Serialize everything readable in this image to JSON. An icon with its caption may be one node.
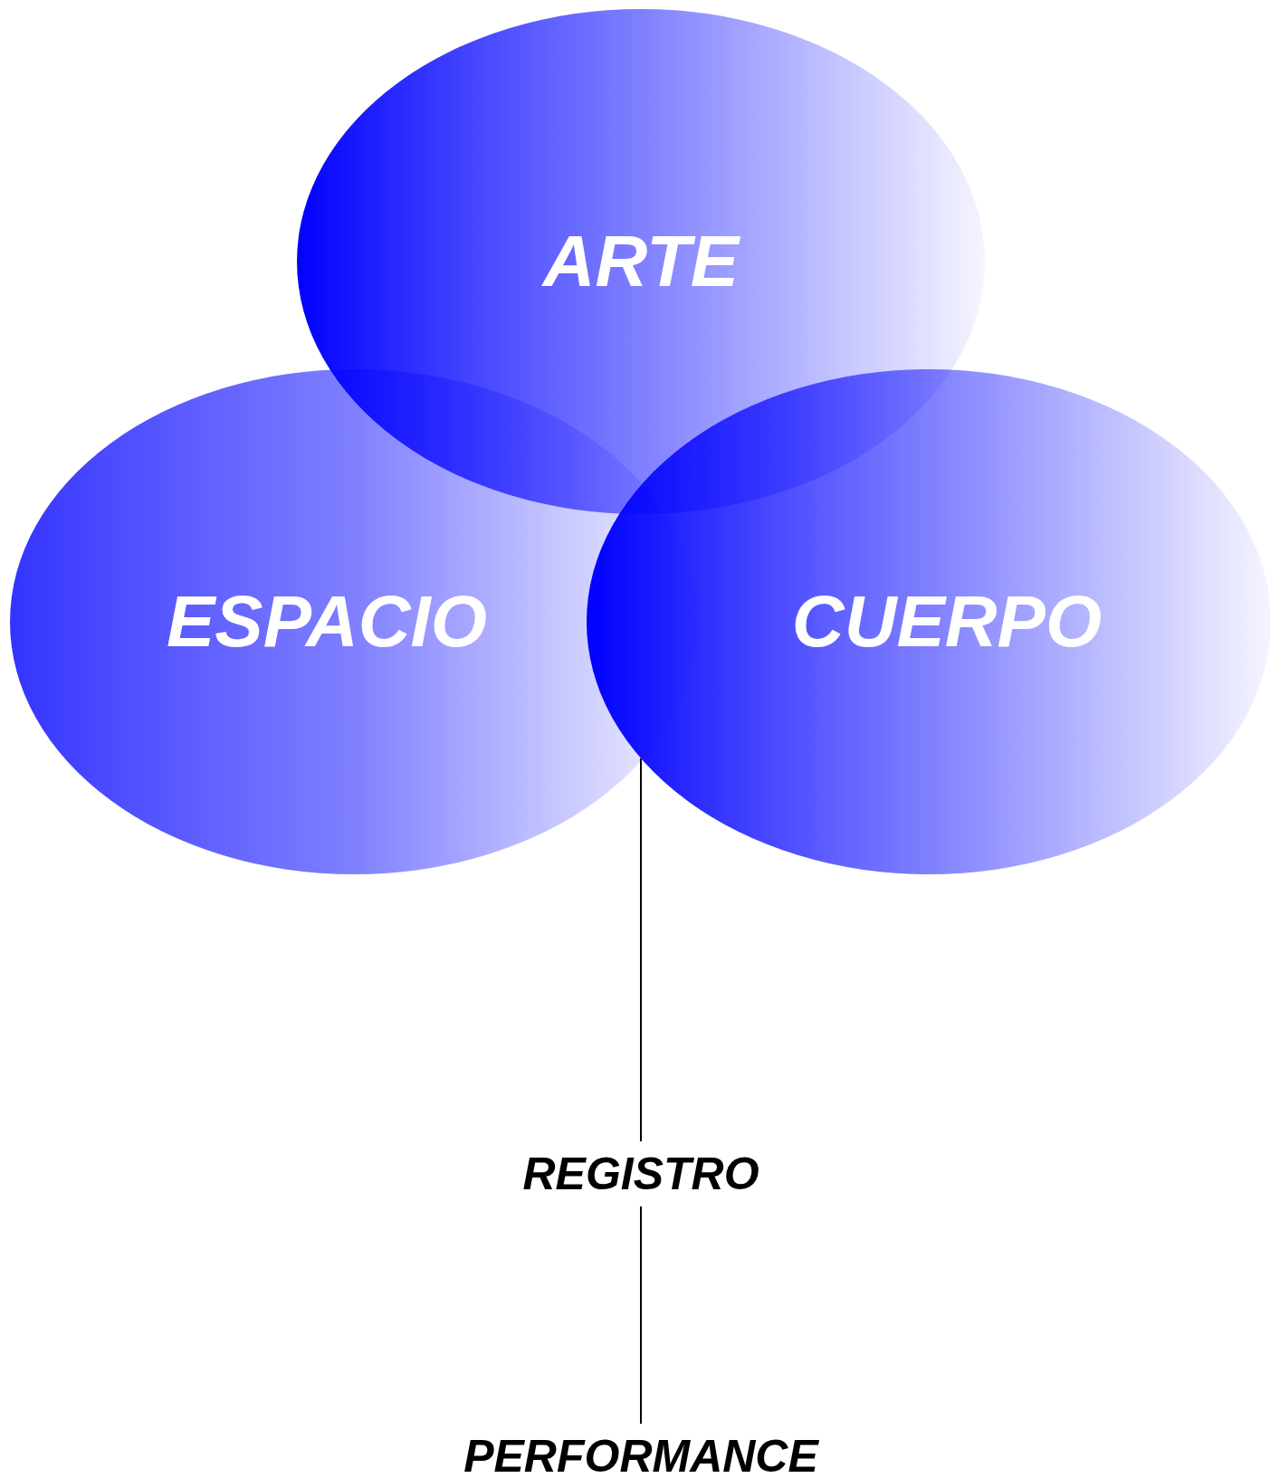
{
  "diagram": {
    "nodes": [
      {
        "text": [
          "ARTE"
        ]
      },
      {
        "text": [
          "ESPACIO"
        ]
      },
      {
        "text": [
          "CUERPO"
        ]
      },
      {
        "text": [
          "REGISTRO"
        ]
      },
      {
        "text": [
          "PERFORMANCE"
        ]
      }
    ],
    "edges": [
      {
        "from": 2,
        "to": 3,
        "arrow": "none"
      },
      {
        "from": 3,
        "to": 4,
        "arrow": "none"
      }
    ]
  }
}
